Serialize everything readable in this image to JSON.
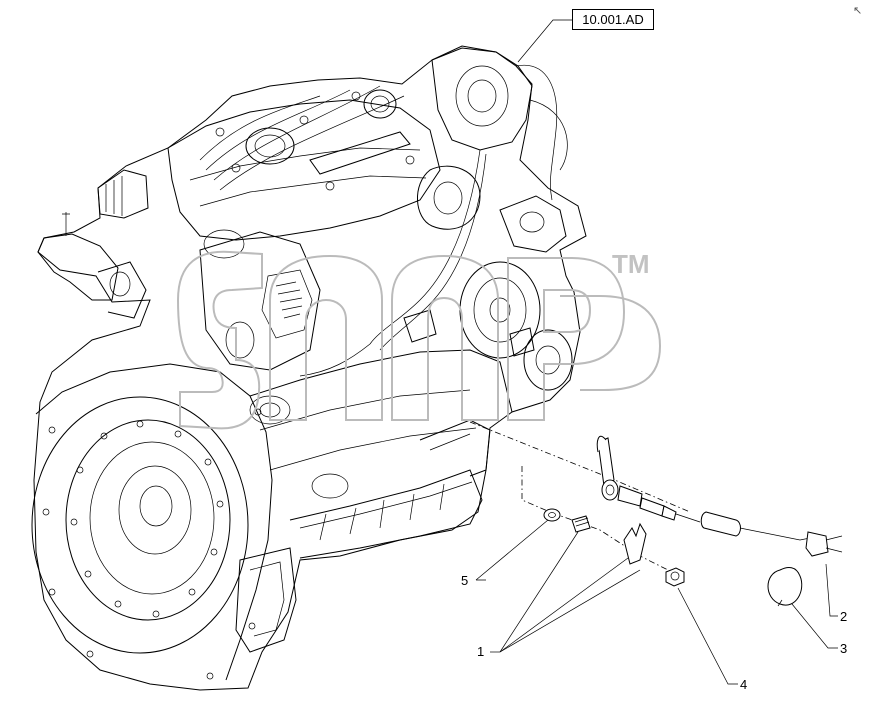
{
  "reference_link": "10.001.AD",
  "watermark": {
    "trademark": "TM"
  },
  "callouts": [
    {
      "id": "1",
      "label": "1"
    },
    {
      "id": "2",
      "label": "2"
    },
    {
      "id": "3",
      "label": "3"
    },
    {
      "id": "4",
      "label": "4"
    },
    {
      "id": "5",
      "label": "5"
    }
  ],
  "corner_mark": "↖"
}
